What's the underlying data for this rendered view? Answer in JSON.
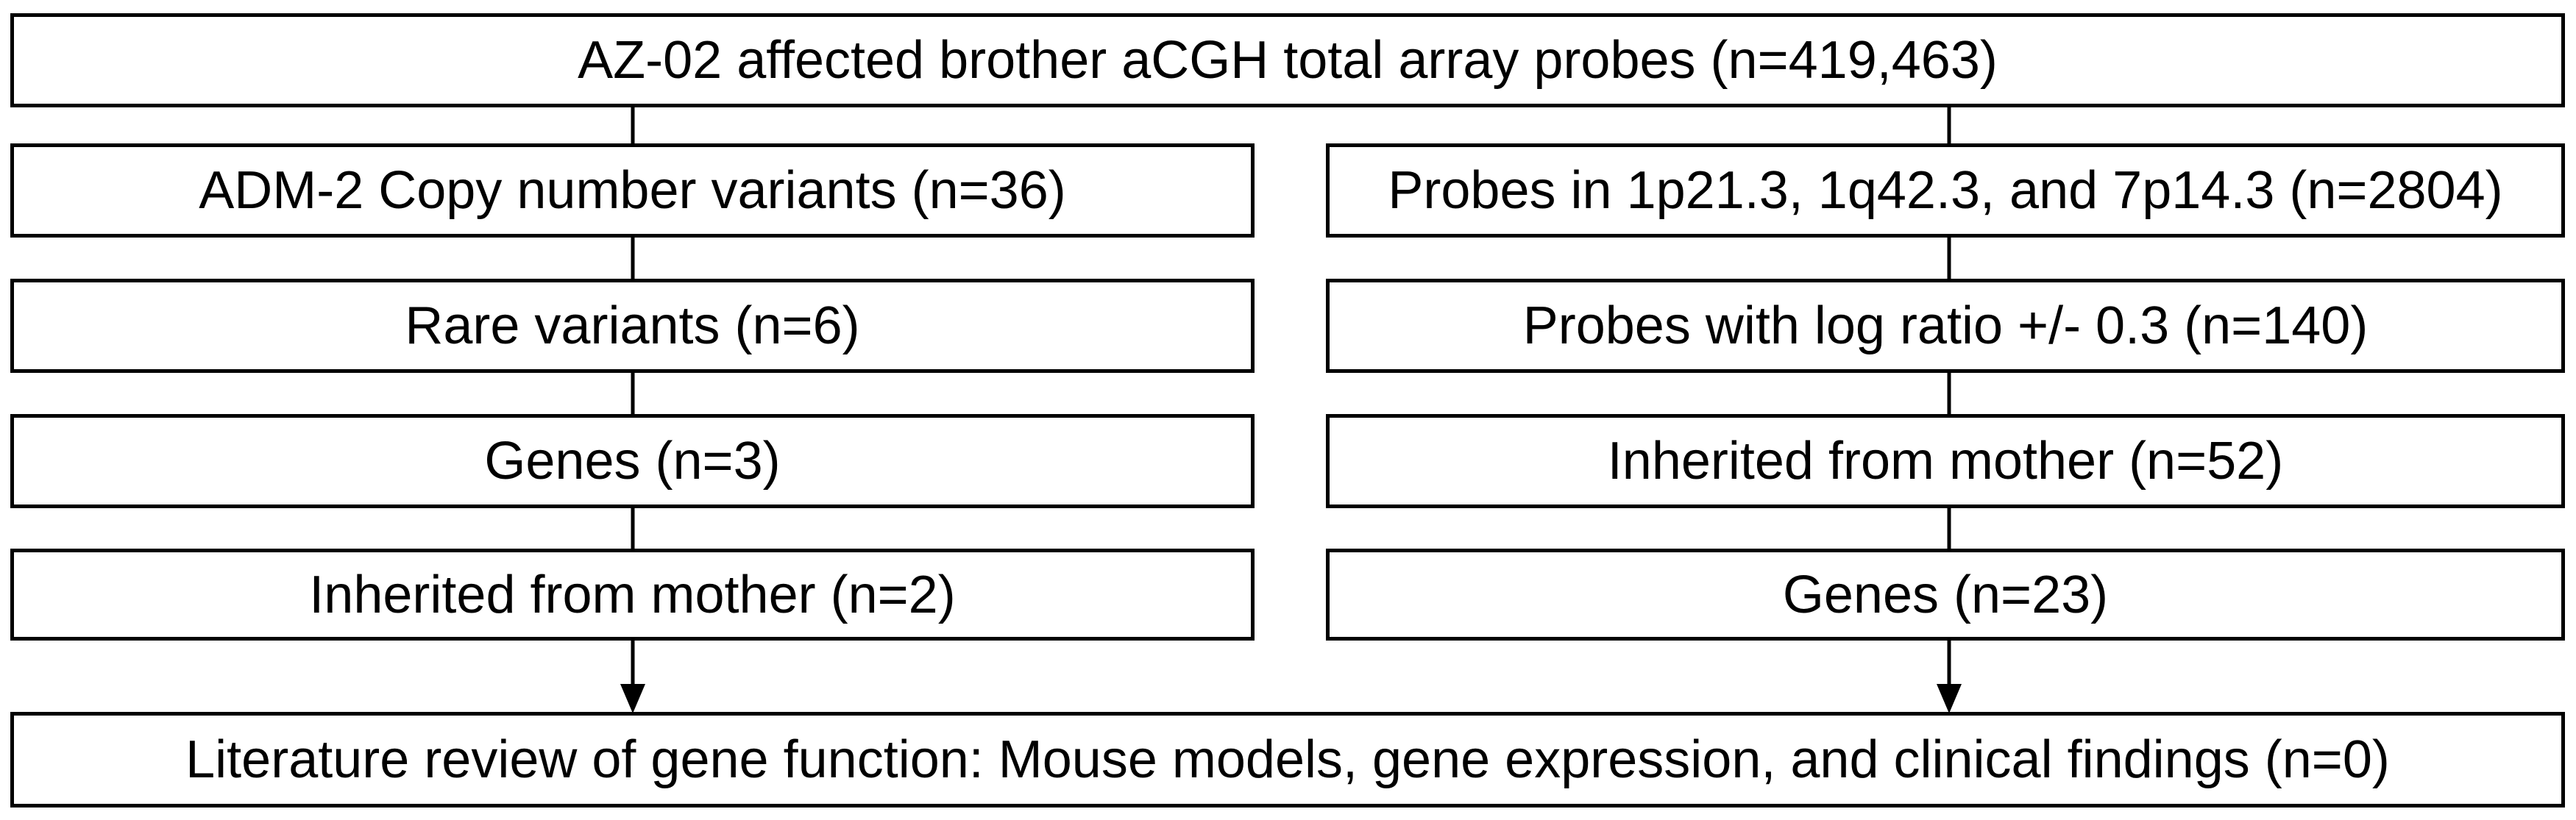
{
  "flowchart": {
    "top": "AZ-02 affected brother aCGH total array probes (n=419,463)",
    "left_branch": [
      "ADM-2 Copy number variants (n=36)",
      "Rare variants (n=6)",
      "Genes (n=3)",
      "Inherited from mother (n=2)"
    ],
    "right_branch": [
      "Probes in 1p21.3, 1q42.3, and 7p14.3 (n=2804)",
      "Probes with log ratio +/- 0.3 (n=140)",
      "Inherited from mother (n=52)",
      "Genes (n=23)"
    ],
    "bottom": "Literature review of gene function: Mouse models, gene expression, and clinical findings (n=0)"
  },
  "colors": {
    "stroke": "#000000",
    "background": "#ffffff",
    "text": "#000000"
  }
}
